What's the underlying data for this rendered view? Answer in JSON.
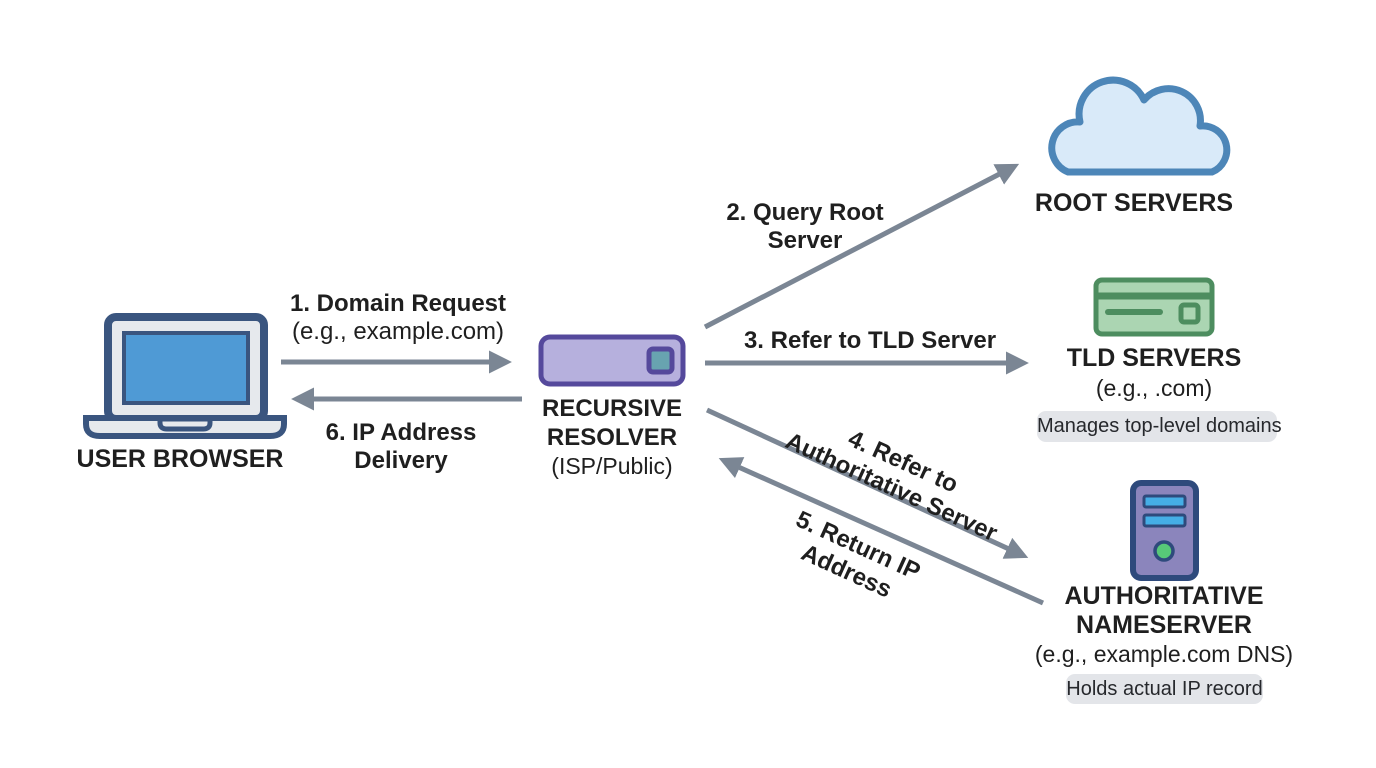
{
  "nodes": {
    "user_browser": {
      "label": "USER BROWSER",
      "icon": "laptop-icon"
    },
    "recursive_resolver": {
      "label_line1": "RECURSIVE",
      "label_line2": "RESOLVER",
      "sublabel": "(ISP/Public)",
      "icon": "resolver-box-icon"
    },
    "root_servers": {
      "label": "ROOT SERVERS",
      "icon": "cloud-icon"
    },
    "tld_servers": {
      "label": "TLD SERVERS",
      "sublabel": "(e.g., .com)",
      "badge": "Manages top-level domains",
      "icon": "card-icon"
    },
    "authoritative_nameserver": {
      "label_line1": "AUTHORITATIVE",
      "label_line2": "NAMESERVER",
      "sublabel": "(e.g., example.com DNS)",
      "badge": "Holds actual IP record",
      "icon": "server-tower-icon"
    }
  },
  "arrows": {
    "step1": {
      "line1": "1. Domain Request",
      "line2": "(e.g., example.com)",
      "from": "user_browser",
      "to": "recursive_resolver"
    },
    "step2": {
      "line1": "2. Query Root",
      "line2": "Server",
      "from": "recursive_resolver",
      "to": "root_servers"
    },
    "step3": {
      "line1": "3. Refer to TLD Server",
      "from": "recursive_resolver",
      "to": "tld_servers"
    },
    "step4": {
      "line1": "4. Refer to",
      "line2": "Authoritative Server",
      "from": "recursive_resolver",
      "to": "authoritative_nameserver"
    },
    "step5": {
      "line1": "5. Return IP",
      "line2": "Address",
      "from": "authoritative_nameserver",
      "to": "recursive_resolver"
    },
    "step6": {
      "line1": "6. IP Address",
      "line2": "Delivery",
      "from": "recursive_resolver",
      "to": "user_browser"
    }
  },
  "colors": {
    "background": "#ffffff",
    "text": "#1f1f1f",
    "arrow": "#7b8694",
    "badge_bg": "#e3e5e9",
    "laptop_border": "#3a557f",
    "laptop_screen": "#4f9ad5",
    "laptop_body": "#e6e9ed",
    "cloud_fill": "#d9eaf9",
    "cloud_border": "#4d86b8",
    "card_fill": "#abd5b2",
    "card_border": "#4d8d5f",
    "resolver_fill": "#b6b0dd",
    "resolver_border": "#55499c",
    "resolver_square": "#68a3b0",
    "tower_fill": "#8b85bc",
    "tower_border": "#2e4a7c",
    "tower_bar": "#45aee6",
    "tower_dot": "#57c878"
  }
}
